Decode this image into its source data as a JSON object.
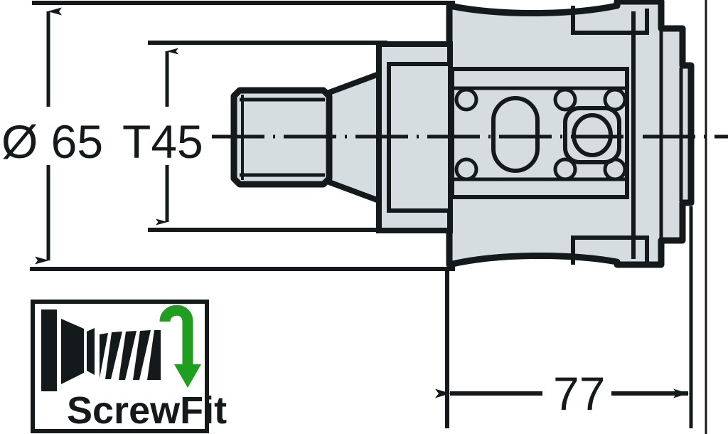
{
  "drawing": {
    "title": "Technical engineering drawing - ScrewFit tool holder cross-section",
    "view": "side-section",
    "colors": {
      "outline": "#14191c",
      "body_fill": "#d5dde0",
      "background": "#ffffff",
      "arrow_green": "#1f9e20",
      "logo_border": "#14191c"
    }
  },
  "dimensions": {
    "diameter": {
      "label": "Ø 65",
      "symbol": "Ø",
      "value": "65",
      "orientation": "vertical",
      "arrow_style": "double-ended"
    },
    "taper": {
      "label": "T45",
      "value": "45",
      "prefix": "T",
      "orientation": "vertical",
      "arrow_style": "double-ended"
    },
    "length": {
      "label": "77",
      "value": "77",
      "orientation": "horizontal",
      "arrow_style": "double-ended"
    }
  },
  "logo": {
    "name": "ScrewFit",
    "text": "ScrewFit",
    "icon_name": "screw-thread-icon",
    "arrow_icon_name": "rotation-arrow-icon",
    "arrow_color": "#1f9e20"
  },
  "features": {
    "centerline": "dash-dot axis line",
    "shank": "cylindrical shank with chamfers",
    "taper_cone": "conical transition",
    "body": "cylindrical head body with insert pocket",
    "insert_pocket": {
      "holes": 6,
      "oval_slot": 1,
      "square_pocket": 1,
      "bore_circle": 1
    }
  }
}
